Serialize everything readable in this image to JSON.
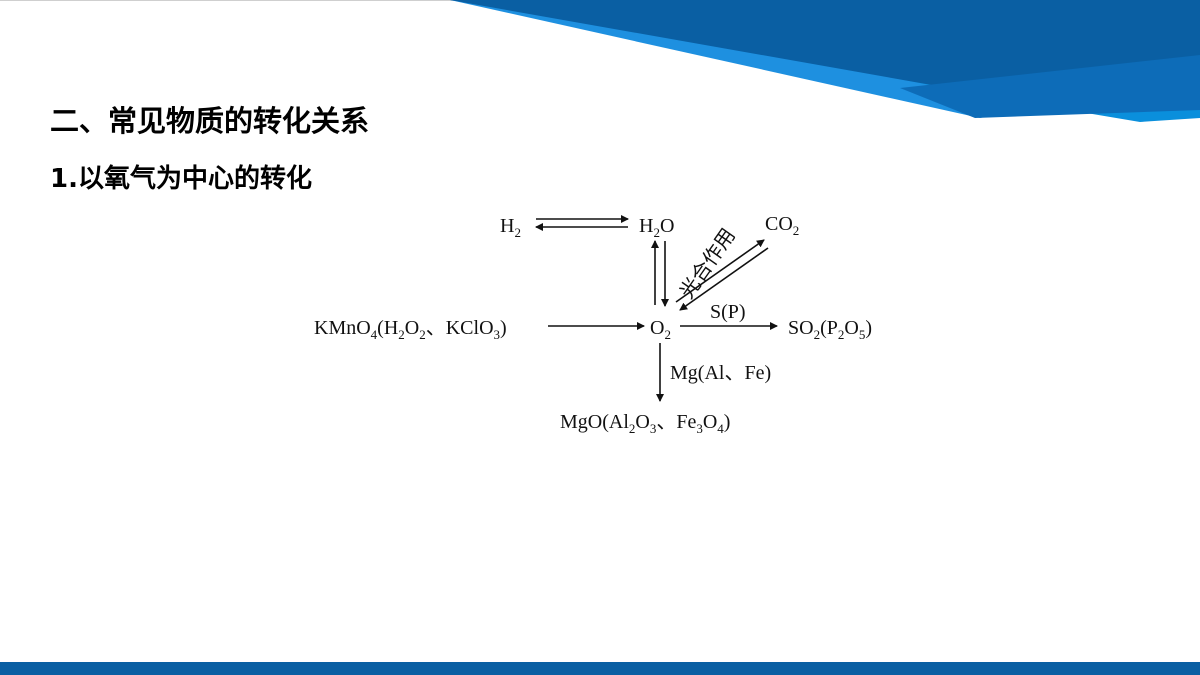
{
  "slide": {
    "heading": "二、常见物质的转化关系",
    "subheading": "1.以氧气为中心的转化"
  },
  "diagram": {
    "nodes": {
      "h2": {
        "main": "H",
        "sub": "2"
      },
      "h2o": {
        "parts": [
          "H",
          "2",
          "O"
        ]
      },
      "co2": {
        "parts": [
          "CO",
          "2"
        ]
      },
      "kmno4": {
        "parts": [
          "KMnO",
          "4",
          "(H",
          "2",
          "O",
          "2",
          "、KClO",
          "3",
          ")"
        ]
      },
      "o2": {
        "parts": [
          "O",
          "2"
        ]
      },
      "so2": {
        "parts": [
          "SO",
          "2",
          "(P",
          "2",
          "O",
          "5",
          ")"
        ]
      },
      "mgo": {
        "parts": [
          "MgO(Al",
          "2",
          "O",
          "3",
          "、Fe",
          "3",
          "O",
          "4",
          ")"
        ]
      }
    },
    "labels": {
      "photosynthesis": "光合作用",
      "sp": "S(P)",
      "mg": "Mg(Al、Fe)"
    }
  },
  "colors": {
    "band_dark": "#0a5fa3",
    "band_light": "#1e90e0",
    "text": "#111111"
  }
}
